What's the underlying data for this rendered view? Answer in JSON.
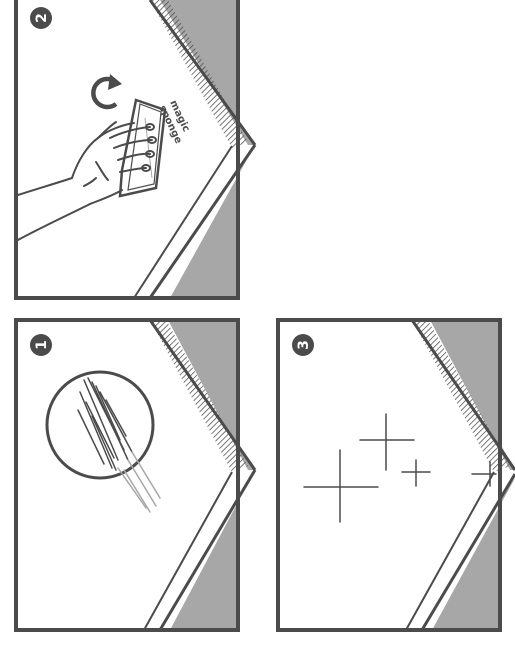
{
  "palette": {
    "outline": "#4b4b4b",
    "fill_dark": "#a7a7a7",
    "background": "#ffffff",
    "badge": "#4b4b4b"
  },
  "panels": [
    {
      "id": "panel-2",
      "step_label": "2",
      "icon": "hand-wiping-with-sponge",
      "badge_icon": "step-badge"
    },
    {
      "id": "panel-1",
      "step_label": "1",
      "icon": "scratch-magnifier",
      "badge_icon": "step-badge"
    },
    {
      "id": "panel-3",
      "step_label": "3",
      "icon": "sparkle-clean",
      "badge_icon": "step-badge"
    }
  ],
  "sponge": {
    "line1": "magic",
    "line2": "sponge"
  },
  "icons": {
    "rotate": "rotate-arrow-icon",
    "magnifier": "magnifier-circle-icon",
    "sparkle": "sparkle-icon"
  }
}
